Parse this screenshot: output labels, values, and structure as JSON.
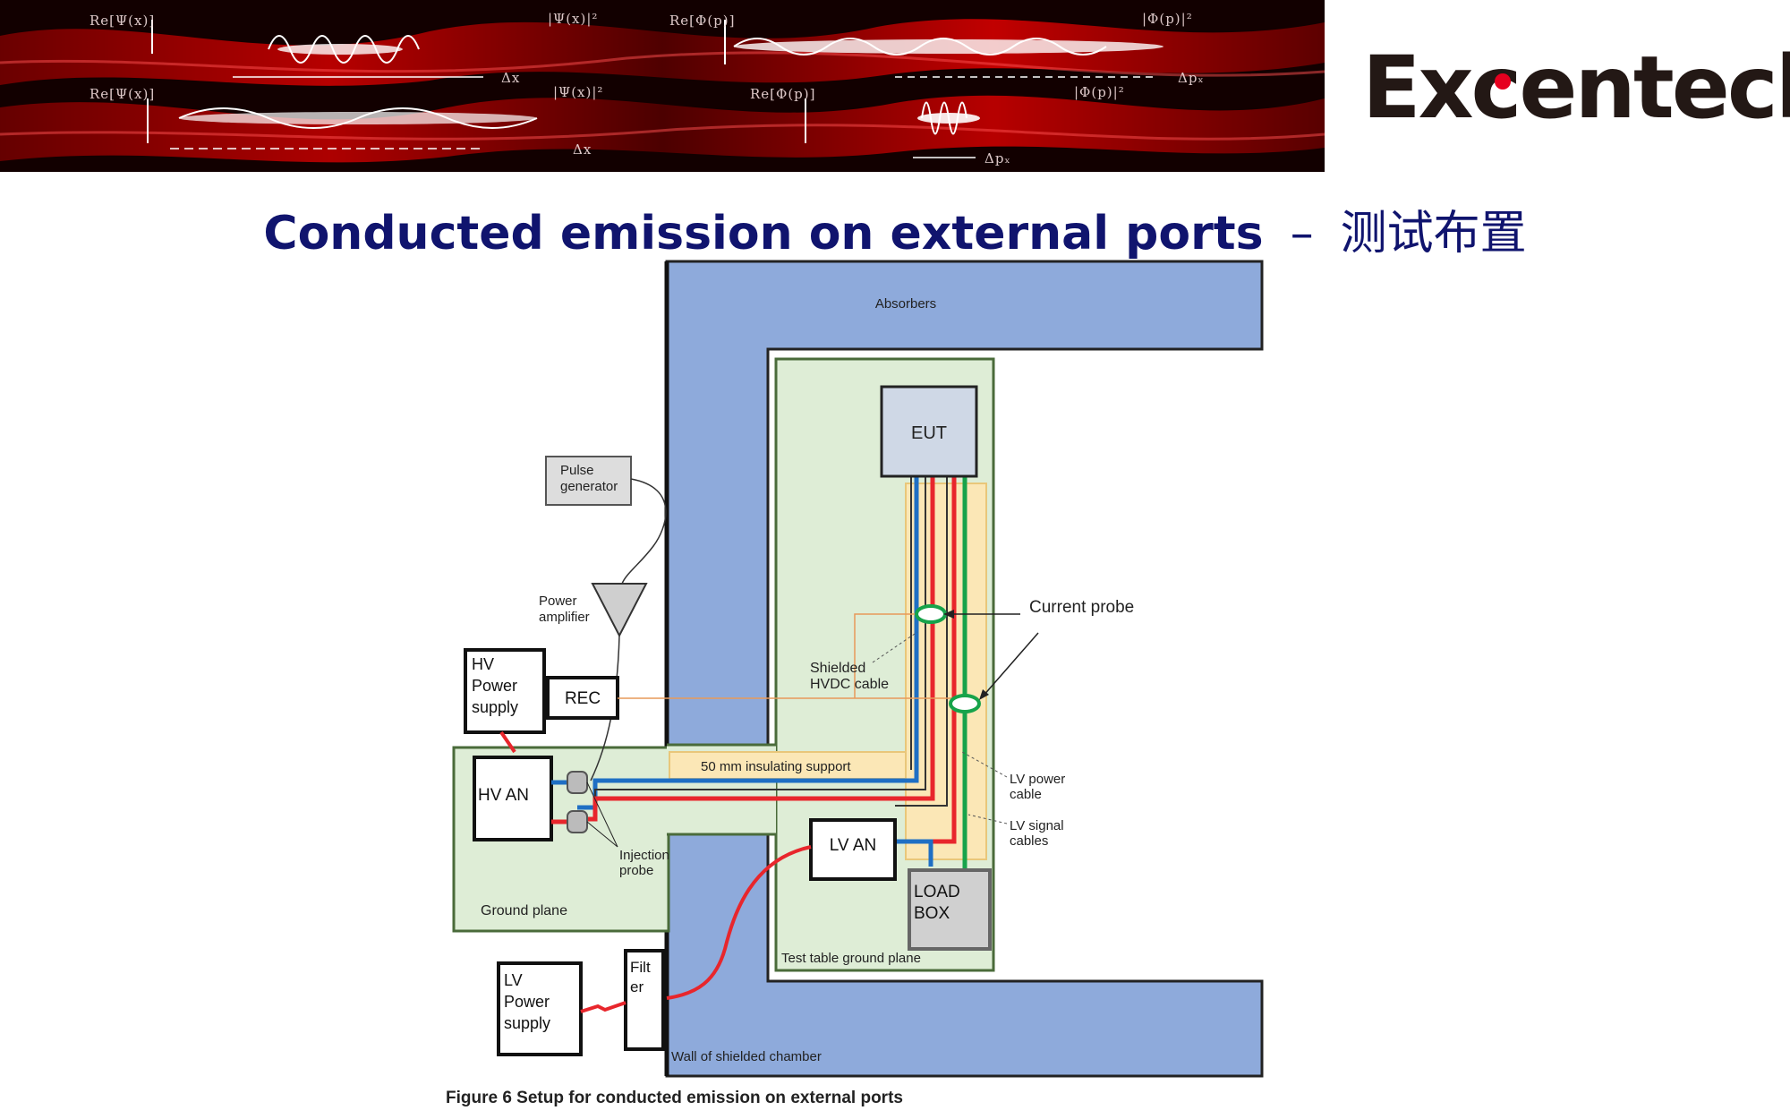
{
  "banner": {
    "labels": [
      "Re[Ψ(x)]",
      "|Ψ(x)|²",
      "Re[Φ(p)]",
      "|Φ(p)|²",
      "Re[Ψ(x)]",
      "|Ψ(x)|²",
      "Re[Φ(p)]",
      "|Φ(p)|²",
      "Δx",
      "Δpₓ",
      "Δx",
      "Δpₓ"
    ]
  },
  "logo": {
    "prefix": "Ex",
    "c": "c",
    "suffix": "entech",
    "dot_color": "#e6001f"
  },
  "title": {
    "main": "Conducted emission on external ports",
    "dash": "–",
    "cn": "测试布置"
  },
  "diagram": {
    "absorbers": "Absorbers",
    "eut": "EUT",
    "pulse_generator": [
      "Pulse",
      "generator"
    ],
    "power_amplifier": [
      "Power",
      "amplifier"
    ],
    "current_probe": "Current probe",
    "hv_power_supply": [
      "HV",
      "Power",
      "supply"
    ],
    "rec": "REC",
    "shielded_cable": [
      "Shielded",
      "HVDC cable"
    ],
    "insulating_support": "50 mm insulating support",
    "hv_an": "HV AN",
    "injection_probe": [
      "Injection",
      "probe"
    ],
    "lv_an": "LV AN",
    "lv_power_cable": [
      "LV power",
      "cable"
    ],
    "lv_signal_cables": [
      "LV signal",
      "cables"
    ],
    "load_box": [
      "LOAD",
      "BOX"
    ],
    "ground_plane": "Ground plane",
    "test_table_ground_plane": "Test table ground plane",
    "lv_power_supply": [
      "LV",
      "Power",
      "supply"
    ],
    "filter": [
      "Filt",
      "er"
    ],
    "wall": "Wall of shielded chamber"
  },
  "caption": "Figure 6 Setup for conducted emission on external ports",
  "colors": {
    "absorber": "#8eaadb",
    "ground": "#deedd6",
    "insulating": "#fbe7b6",
    "red": "#e8262c",
    "blue": "#1f6fc4",
    "green": "#17a34a",
    "orange": "#e79a5a",
    "title": "#10146e"
  }
}
